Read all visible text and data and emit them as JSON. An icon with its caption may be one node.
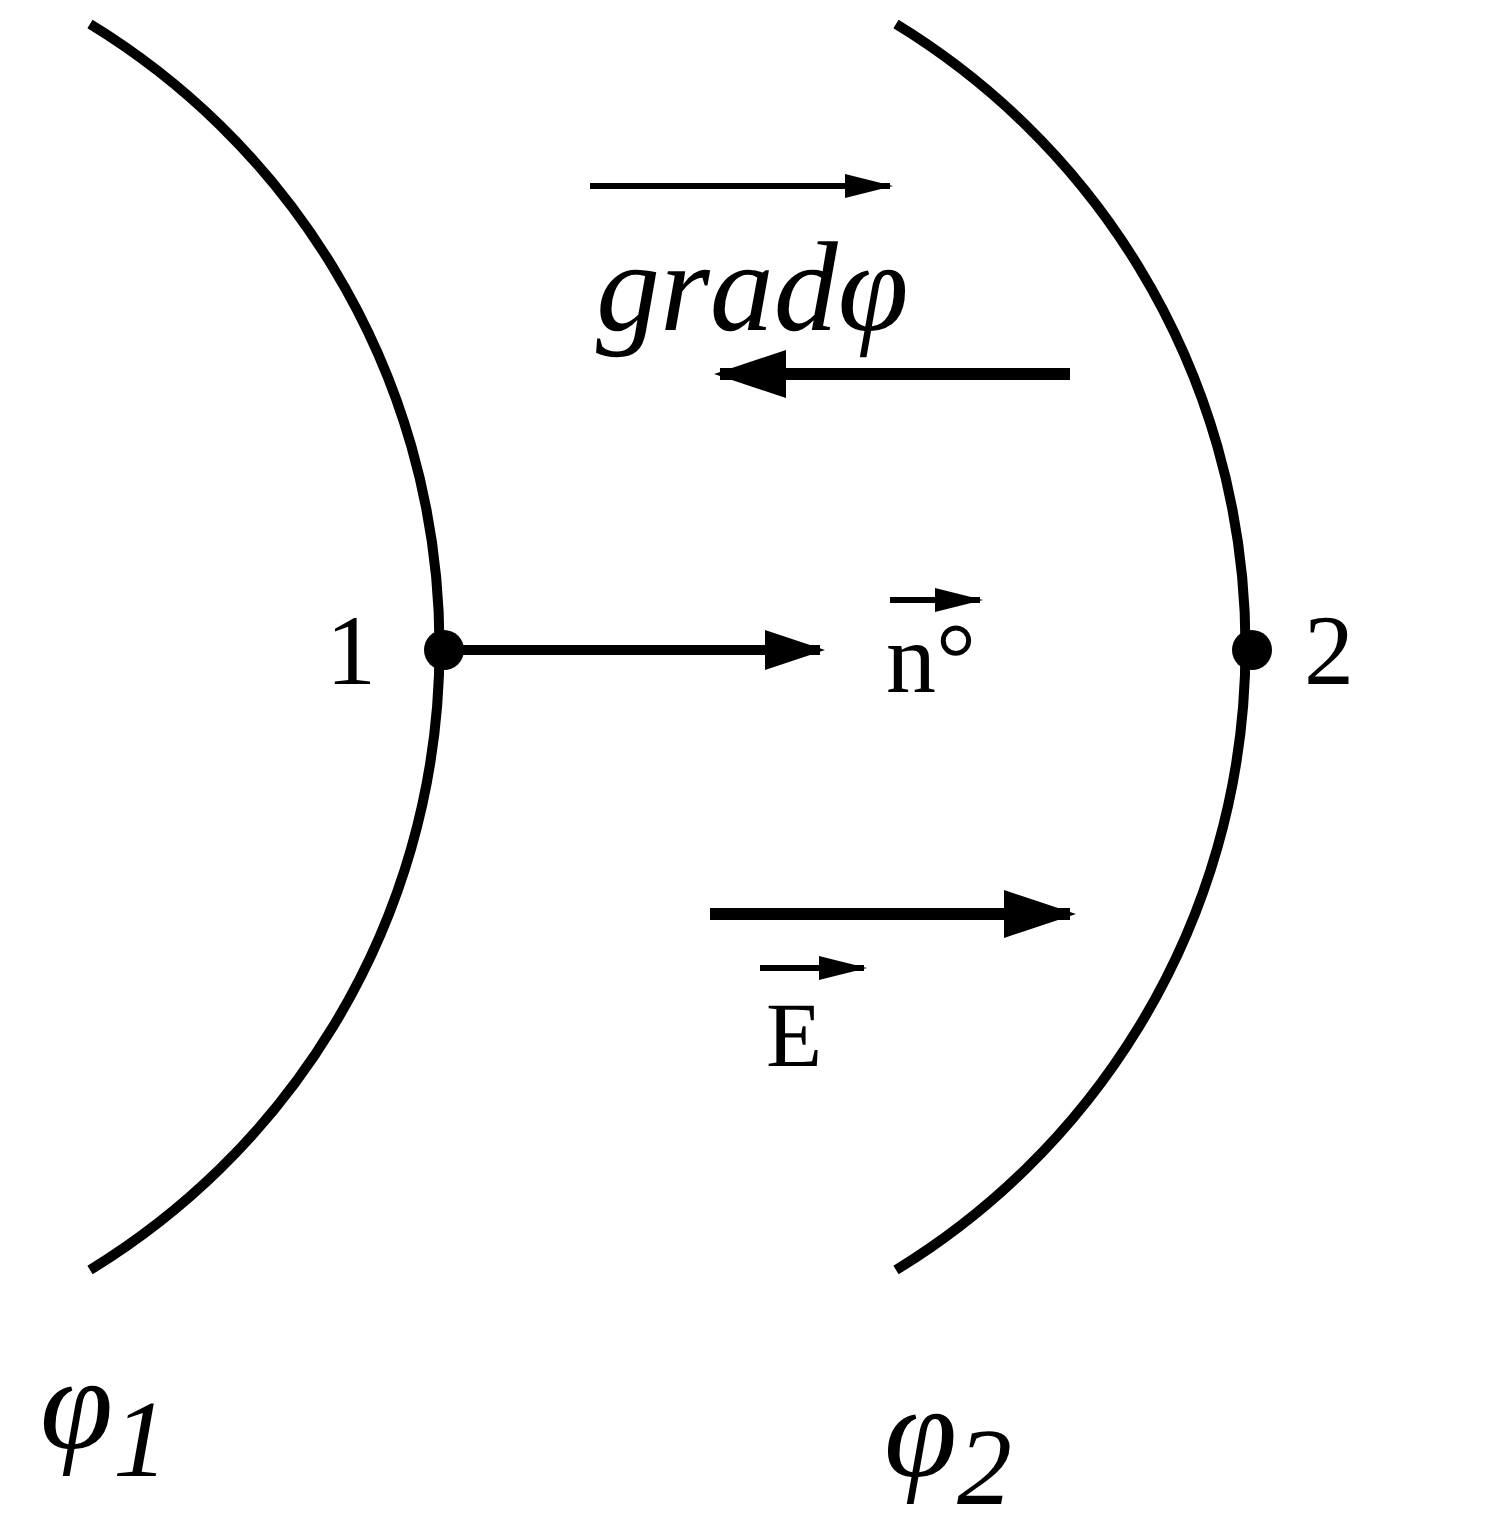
{
  "diagram": {
    "labels": [
      "gradφ",
      "1",
      "n°",
      "2",
      "E",
      "φ$_{1}$",
      "φ$_{2}$"
    ]
  }
}
